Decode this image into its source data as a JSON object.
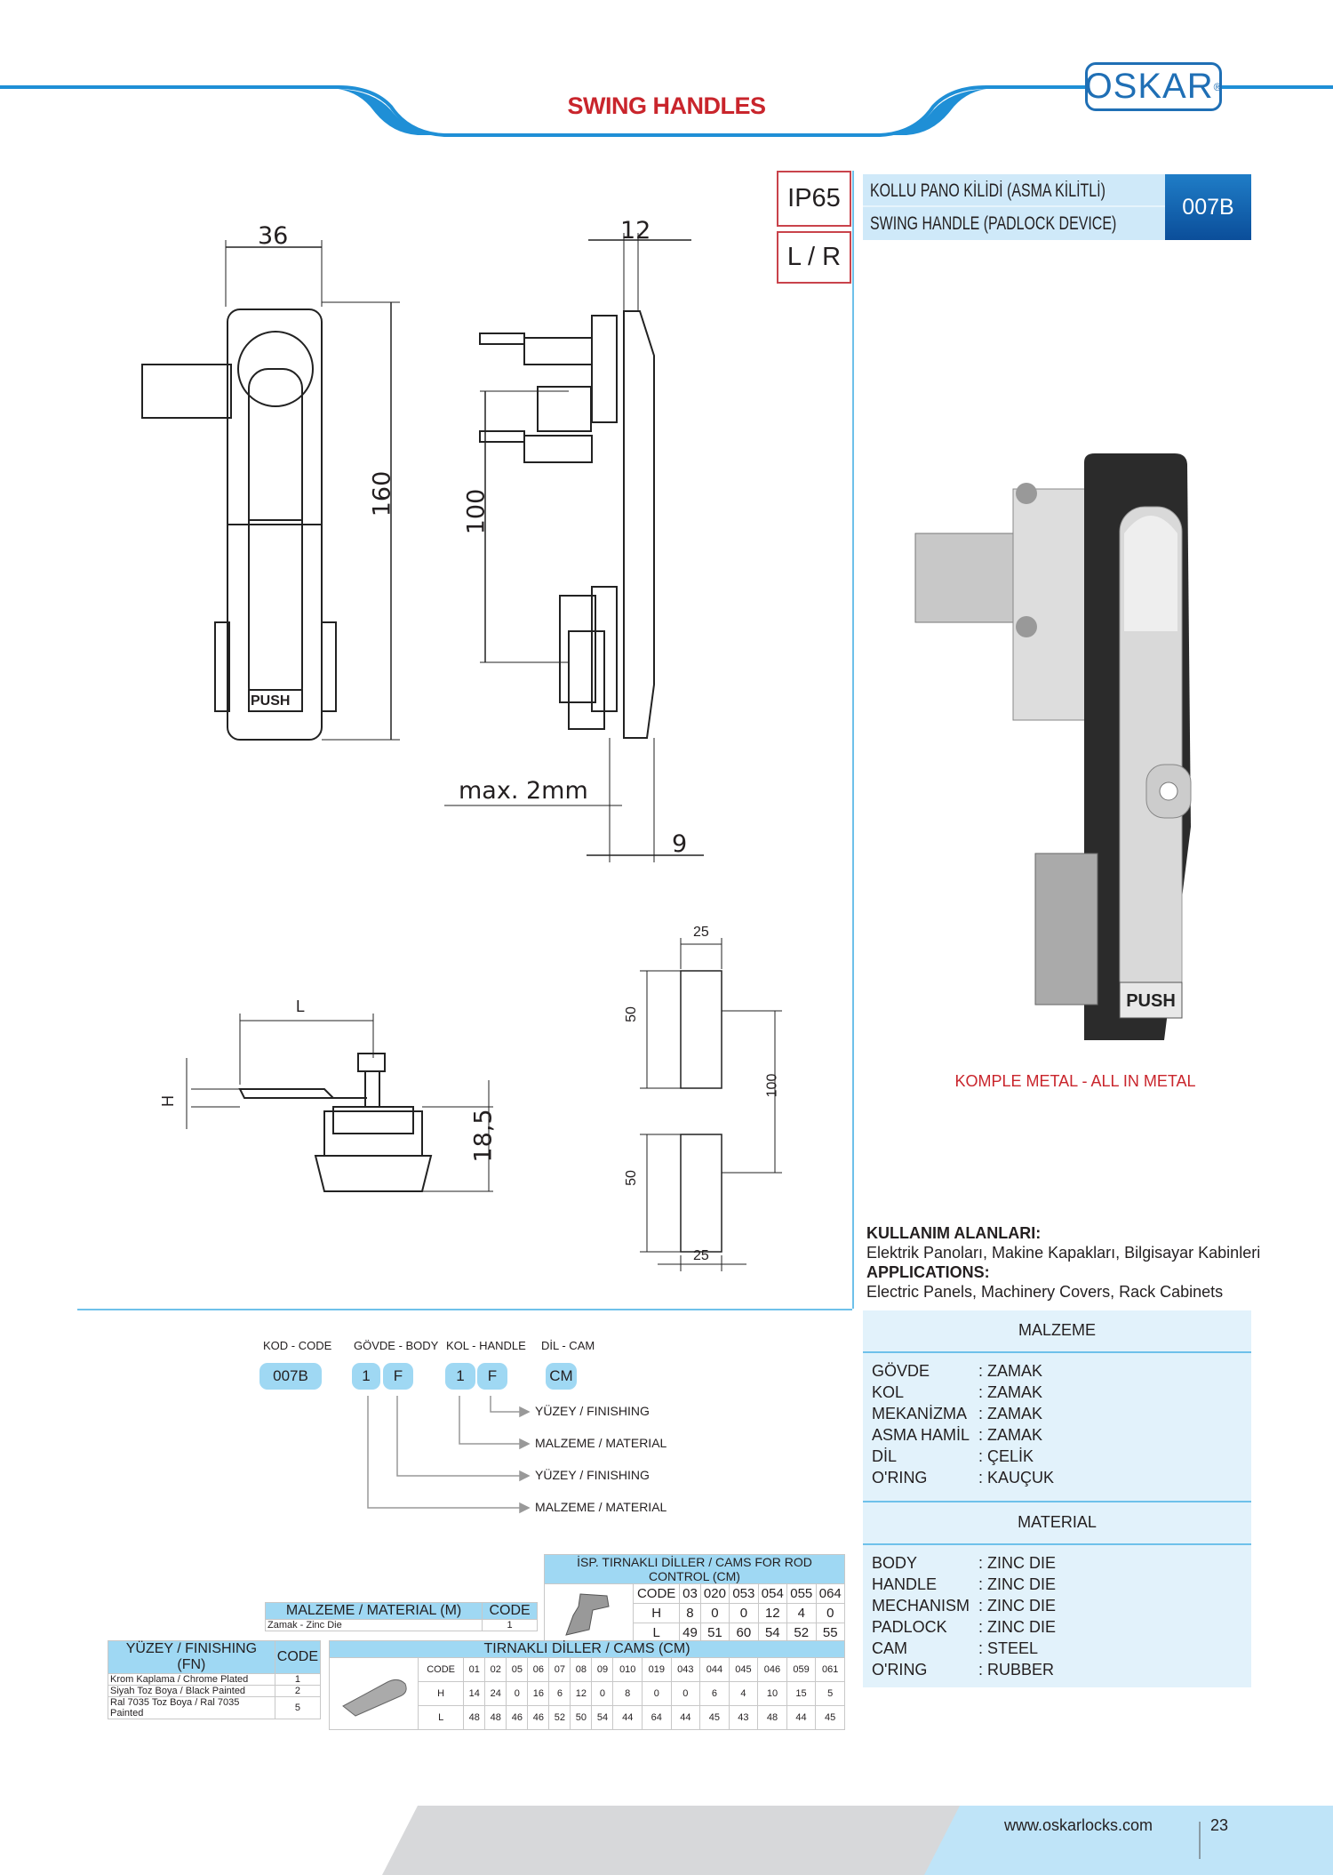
{
  "header": {
    "title": "SWING HANDLES",
    "brand": "OSKAR",
    "brand_mark": "®"
  },
  "badges": {
    "ip": "IP65",
    "hand": "L / R"
  },
  "product": {
    "name_tr": "KOLLU PANO KİLİDİ (ASMA KİLİTLİ)",
    "name_en": "SWING HANDLE (PADLOCK DEVICE)",
    "code": "007B",
    "caption": "KOMPLE METAL - ALL IN METAL",
    "push_label": "PUSH"
  },
  "dimensions": {
    "width": "36",
    "height": "160",
    "depth": "12",
    "hole_spacing": "100",
    "max_panel": "max. 2mm",
    "offset": "9",
    "cam_L": "L",
    "cam_H": "H",
    "cam_height": "18,5",
    "cutout_w_top": "25",
    "cutout_h_top": "50",
    "cutout_spacing": "100",
    "cutout_h_bottom": "50",
    "cutout_w_bottom": "25"
  },
  "applications": {
    "title_tr": "KULLANIM ALANLARI:",
    "text_tr": "Elektrik Panoları, Makine Kapakları, Bilgisayar Kabinleri",
    "title_en": "APPLICATIONS:",
    "text_en": "Electric Panels, Machinery Covers, Rack Cabinets"
  },
  "materials": {
    "title_tr": "MALZEME",
    "rows_tr": [
      [
        "GÖVDE",
        ": ZAMAK"
      ],
      [
        "KOL",
        ": ZAMAK"
      ],
      [
        "MEKANİZMA",
        ": ZAMAK"
      ],
      [
        "ASMA HAMİL",
        ": ZAMAK"
      ],
      [
        "DİL",
        ": ÇELİK"
      ],
      [
        "O'RING",
        ": KAUÇUK"
      ]
    ],
    "title_en": "MATERIAL",
    "rows_en": [
      [
        "BODY",
        ": ZINC DIE"
      ],
      [
        "HANDLE",
        ": ZINC DIE"
      ],
      [
        "MECHANISM",
        ": ZINC DIE"
      ],
      [
        "PADLOCK",
        ": ZINC DIE"
      ],
      [
        "CAM",
        ": STEEL"
      ],
      [
        "O'RING",
        ": RUBBER"
      ]
    ]
  },
  "code_diagram": {
    "labels": [
      "KOD - CODE",
      "GÖVDE - BODY",
      "KOL - HANDLE",
      "DİL - CAM"
    ],
    "pills": [
      "007B",
      "1",
      "F",
      "1",
      "F",
      "CM"
    ],
    "arrows": [
      "YÜZEY / FINISHING",
      "MALZEME / MATERIAL",
      "YÜZEY / FINISHING",
      "MALZEME / MATERIAL"
    ]
  },
  "rod_cams": {
    "title": "İSP. TIRNAKLI DİLLER / CAMS FOR ROD CONTROL (CM)",
    "rows": [
      [
        "CODE",
        "03",
        "020",
        "053",
        "054",
        "055",
        "064"
      ],
      [
        "H",
        "8",
        "0",
        "0",
        "12",
        "4",
        "0"
      ],
      [
        "L",
        "49",
        "51",
        "60",
        "54",
        "52",
        "55"
      ]
    ]
  },
  "material_table": {
    "headers": [
      "MALZEME / MATERIAL (M)",
      "CODE"
    ],
    "rows": [
      [
        "Zamak - Zinc Die",
        "1"
      ]
    ]
  },
  "finishing_table": {
    "headers": [
      "YÜZEY / FINISHING (FN)",
      "CODE"
    ],
    "rows": [
      [
        "Krom Kaplama / Chrome Plated",
        "1"
      ],
      [
        "Siyah Toz Boya / Black Painted",
        "2"
      ],
      [
        "Ral 7035 Toz Boya / Ral 7035 Painted",
        "5"
      ]
    ]
  },
  "cams": {
    "title": "TIRNAKLI DİLLER / CAMS (CM)",
    "rows": [
      [
        "CODE",
        "01",
        "02",
        "05",
        "06",
        "07",
        "08",
        "09",
        "010",
        "019",
        "043",
        "044",
        "045",
        "046",
        "059",
        "061"
      ],
      [
        "H",
        "14",
        "24",
        "0",
        "16",
        "6",
        "12",
        "0",
        "8",
        "0",
        "0",
        "6",
        "4",
        "10",
        "15",
        "5"
      ],
      [
        "L",
        "48",
        "48",
        "46",
        "46",
        "52",
        "50",
        "54",
        "44",
        "64",
        "44",
        "45",
        "43",
        "48",
        "44",
        "45"
      ]
    ]
  },
  "footer": {
    "url": "www.oskarlocks.com",
    "page": "23"
  },
  "colors": {
    "accent_blue": "#1f8fd6",
    "title_red": "#c9252c",
    "light_blue": "#9fd8f3"
  }
}
